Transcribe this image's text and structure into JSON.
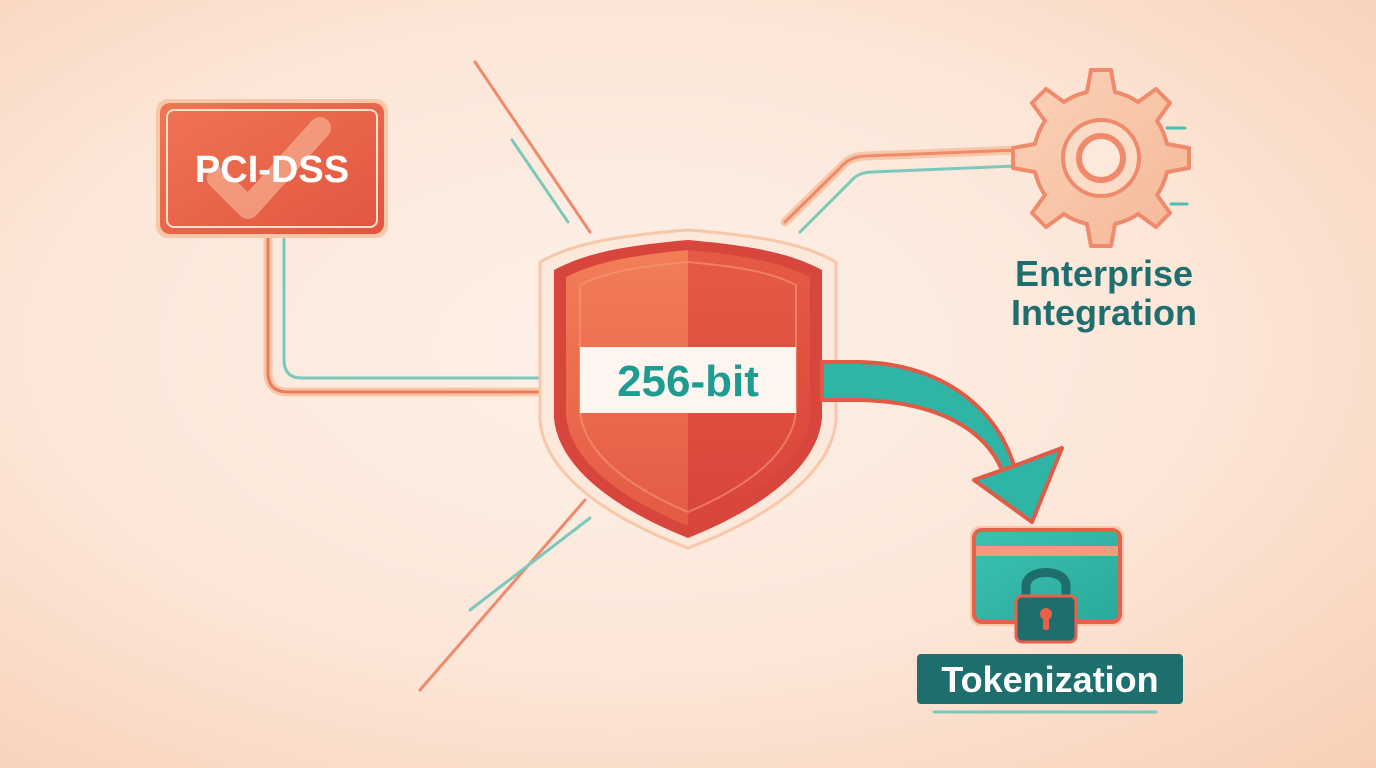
{
  "badges": {
    "compliance": "PCI-DSS",
    "encryption": "256-bit",
    "integration_line1": "Enterprise",
    "integration_line2": "Integration",
    "tokenization": "Tokenization"
  },
  "icons": {
    "compliance": "check-icon",
    "security": "shield-icon",
    "integration": "gear-icon",
    "tokenization": "credit-card-icon",
    "lock": "padlock-icon",
    "flow": "curved-arrow-icon"
  },
  "colors": {
    "coral": "#e8604a",
    "coral_dark": "#d9483c",
    "teal": "#2fb5a6",
    "teal_dark": "#1e6e6e",
    "peach": "#f7c7aa",
    "background": "#fdf1e8"
  }
}
